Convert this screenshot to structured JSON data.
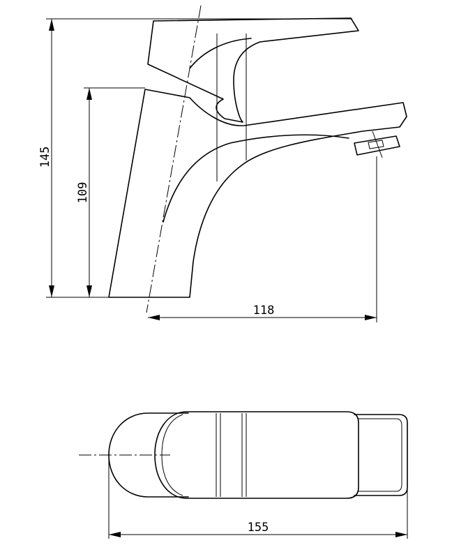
{
  "dimensions": {
    "total_height": "145",
    "spout_height": "109",
    "reach": "118",
    "length": "155"
  }
}
